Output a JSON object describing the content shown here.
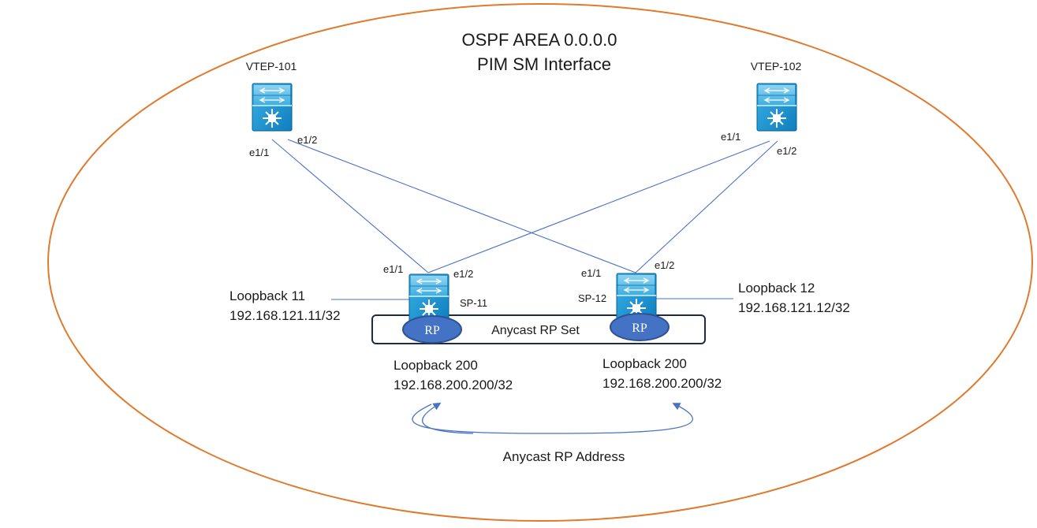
{
  "title": {
    "line1": "OSPF AREA 0.0.0.0",
    "line2": "PIM SM Interface"
  },
  "devices": {
    "vtep101": {
      "name": "VTEP-101",
      "port1": "e1/1",
      "port2": "e1/2"
    },
    "vtep102": {
      "name": "VTEP-102",
      "port1": "e1/1",
      "port2": "e1/2"
    },
    "sp11": {
      "name": "SP-11",
      "port1": "e1/1",
      "port2": "e1/2",
      "rp": "RP"
    },
    "sp12": {
      "name": "SP-12",
      "port1": "e1/1",
      "port2": "e1/2",
      "rp": "RP"
    }
  },
  "loopbacks": {
    "lo11": {
      "name": "Loopback 11",
      "ip": "192.168.121.11/32"
    },
    "lo12": {
      "name": "Loopback 12",
      "ip": "192.168.121.12/32"
    },
    "lo200_left": {
      "name": "Loopback 200",
      "ip": "192.168.200.200/32"
    },
    "lo200_right": {
      "name": "Loopback 200",
      "ip": "192.168.200.200/32"
    }
  },
  "anycast_rp_set": "Anycast RP Set",
  "anycast_rp_address": "Anycast RP Address",
  "colors": {
    "area_ellipse": "#e07a2e",
    "link": "#4a72c4",
    "rp_fill": "#4472c4",
    "rp_stroke": "#2f528f",
    "switch_fill": "#1f9ad6"
  }
}
